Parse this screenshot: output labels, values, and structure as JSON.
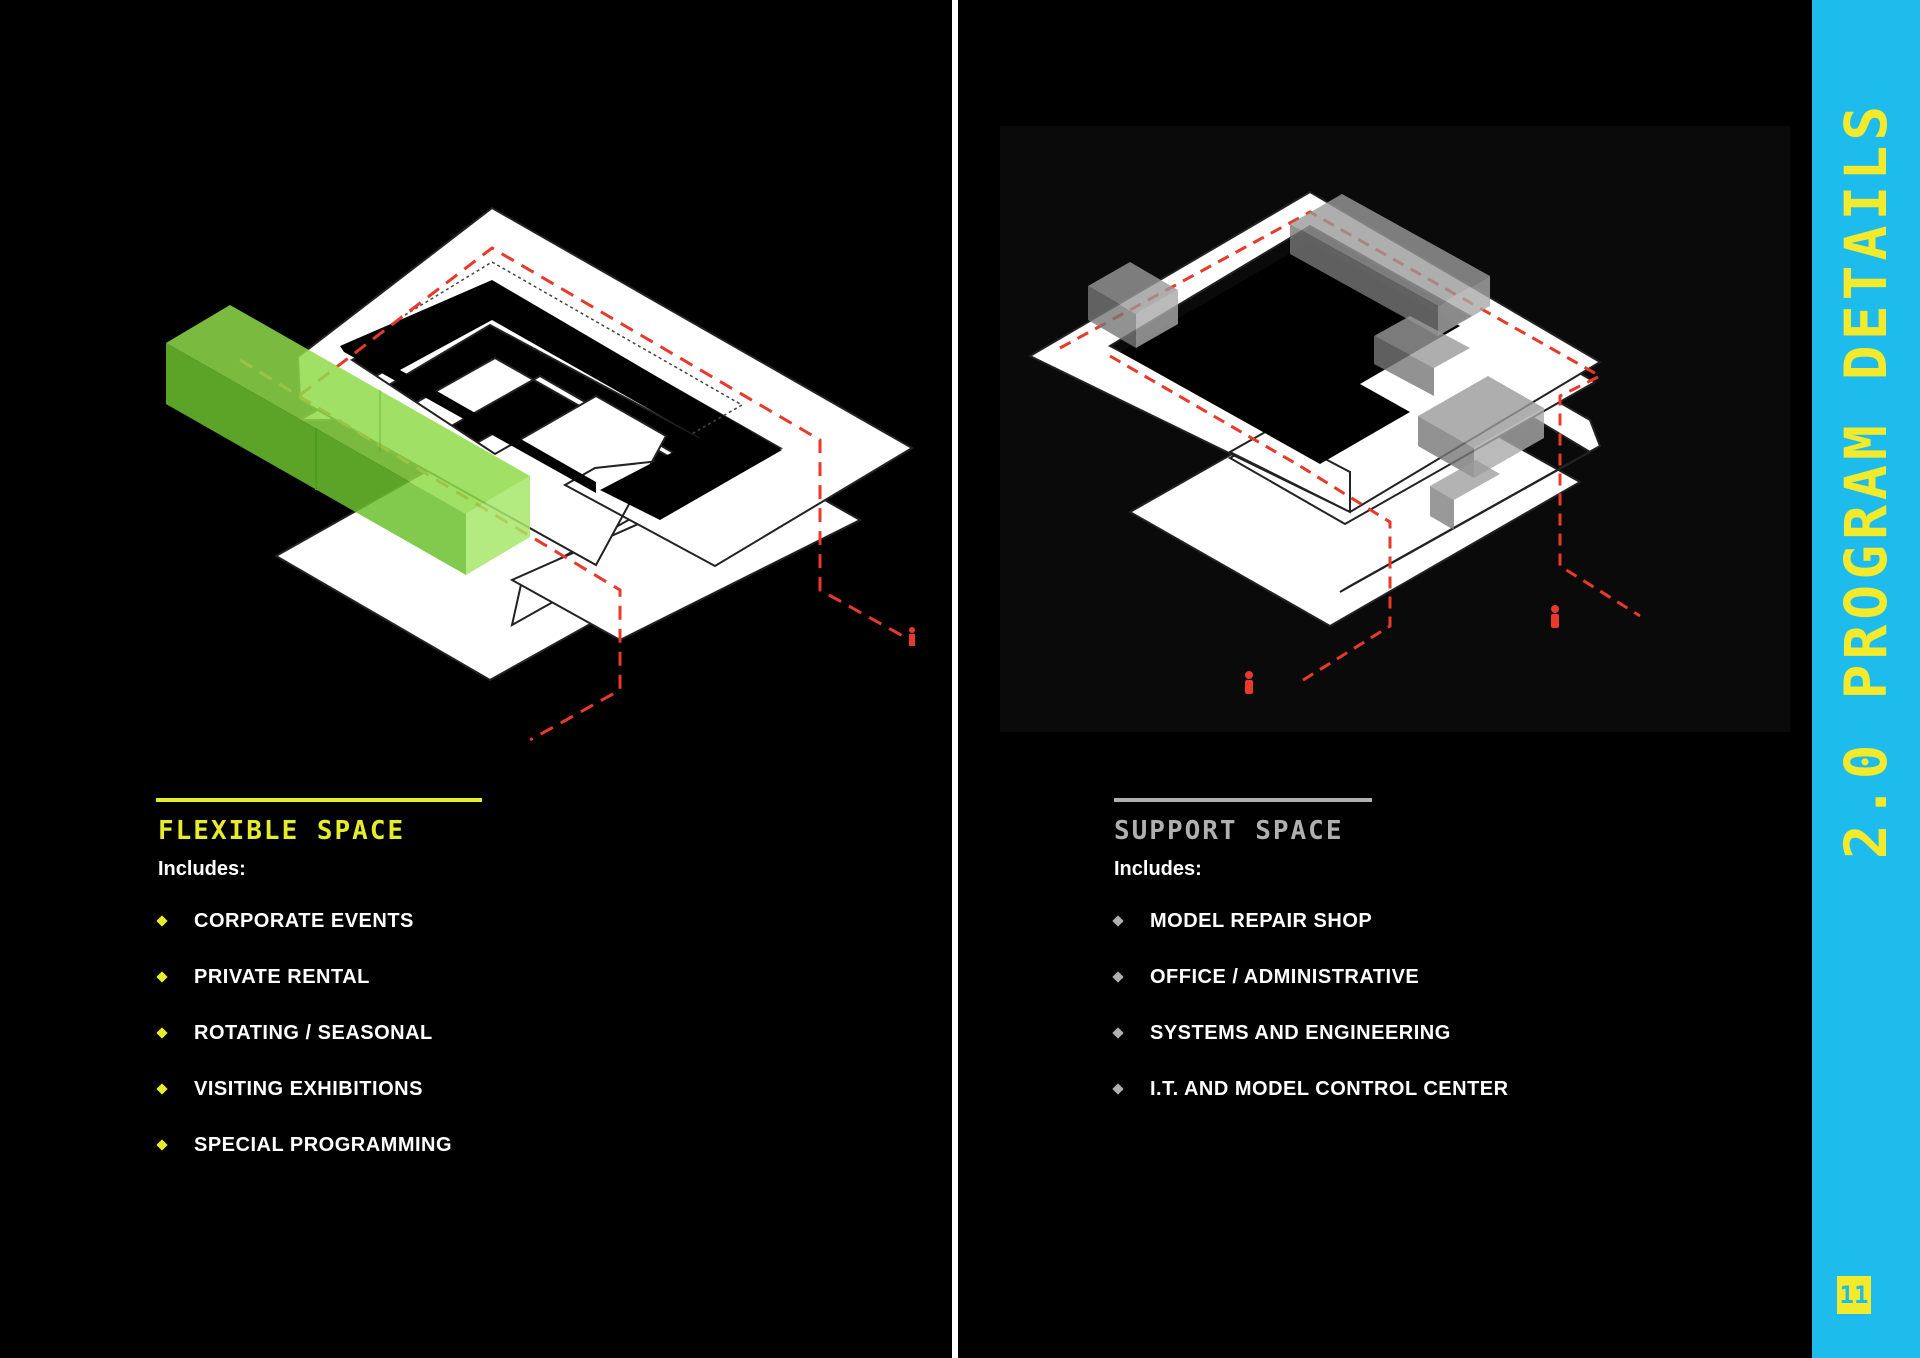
{
  "colors": {
    "background": "#000000",
    "sidebar": "#1ebcec",
    "title_yellow": "#f2ea2a",
    "flexible_accent": "#e4ec2c",
    "support_accent": "#b0b0b0",
    "circulation_red": "#e8392a",
    "flexible_volume_green": "#7ed23a",
    "support_volume_gray": "#8a8a8a"
  },
  "sidebar": {
    "title": "2.0 PROGRAM DETAILS",
    "page_number": "11"
  },
  "left": {
    "heading": "FLEXIBLE SPACE",
    "includes_label": "Includes:",
    "items": [
      "CORPORATE EVENTS",
      "PRIVATE RENTAL",
      "ROTATING / SEASONAL",
      "VISITING EXHIBITIONS",
      "SPECIAL PROGRAMMING"
    ]
  },
  "right": {
    "heading": "SUPPORT SPACE",
    "includes_label": "Includes:",
    "items": [
      "MODEL REPAIR SHOP",
      "OFFICE / ADMINISTRATIVE",
      "SYSTEMS AND ENGINEERING",
      "I.T. AND MODEL CONTROL CENTER"
    ]
  },
  "icons": {
    "bullet": "diamond-bullet-icon",
    "person": "person-icon"
  }
}
